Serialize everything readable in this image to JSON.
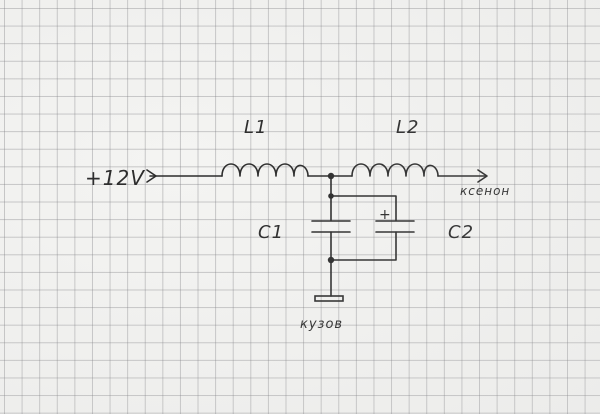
{
  "diagram": {
    "input_label": "+12V",
    "output_label": "ксенон",
    "ground_label": "кузов",
    "components": {
      "inductor_1": "L1",
      "inductor_2": "L2",
      "capacitor_1": "C1",
      "capacitor_2": "C2",
      "capacitor_2_polarity": "+"
    }
  },
  "colors": {
    "paper": "#f4f4f2",
    "grid": "#8a8a90",
    "ink": "#2b2b2b"
  }
}
